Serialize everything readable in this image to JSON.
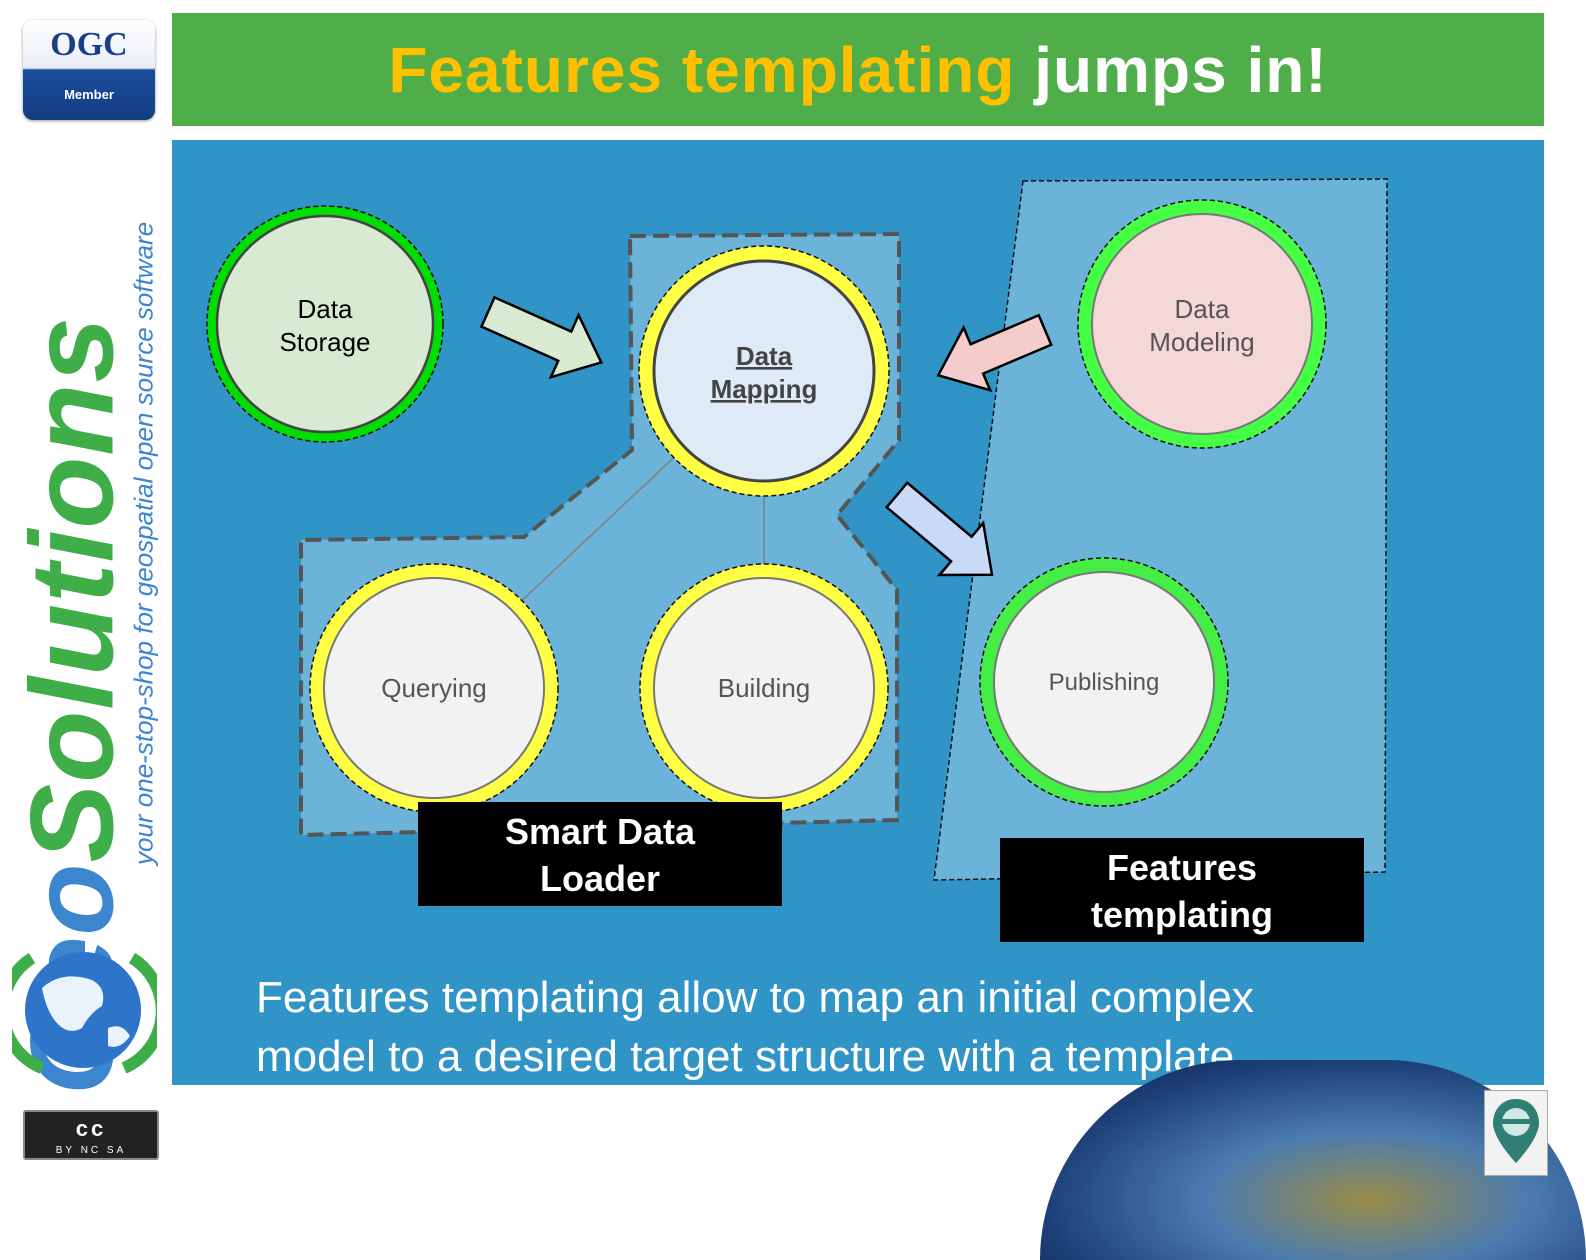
{
  "sidebar": {
    "ogc_logo": {
      "text": "OGC",
      "sub": "Member"
    },
    "brand": {
      "geo": "Geo",
      "solutions": "Solutions",
      "tagline": "your one-stop-shop for geospatial open source software"
    },
    "license": {
      "text": "cc",
      "sub": "BY  NC  SA"
    }
  },
  "title": {
    "highlight": "Features templating",
    "rest": "jumps in!"
  },
  "diagram": {
    "nodes": {
      "data_storage": {
        "line1": "Data",
        "line2": "Storage"
      },
      "data_mapping": {
        "line1": "Data",
        "line2": "Mapping"
      },
      "data_modeling": {
        "line1": "Data",
        "line2": "Modeling"
      },
      "querying": {
        "label": "Querying"
      },
      "building": {
        "label": "Building"
      },
      "publishing": {
        "label": "Publishing"
      }
    },
    "groups": {
      "smart_data_loader": {
        "line1": "Smart Data",
        "line2": "Loader"
      },
      "features_templating": {
        "line1": "Features",
        "line2": "templating"
      }
    }
  },
  "caption": {
    "line1": "Features templating allow to map an initial complex",
    "line2": "model to a desired target structure with a template"
  },
  "colors": {
    "title_bar": "#4fad4a",
    "title_highlight": "#ffc000",
    "panel": "#3094c7",
    "group_fill": "#6cb3d9",
    "ring_green": "#3ff53f",
    "ring_yellow": "#ffff44"
  },
  "icons": [
    "ogc-logo",
    "geosolutions-logo",
    "globe-icon",
    "creative-commons-icon",
    "map-marker-icon"
  ]
}
